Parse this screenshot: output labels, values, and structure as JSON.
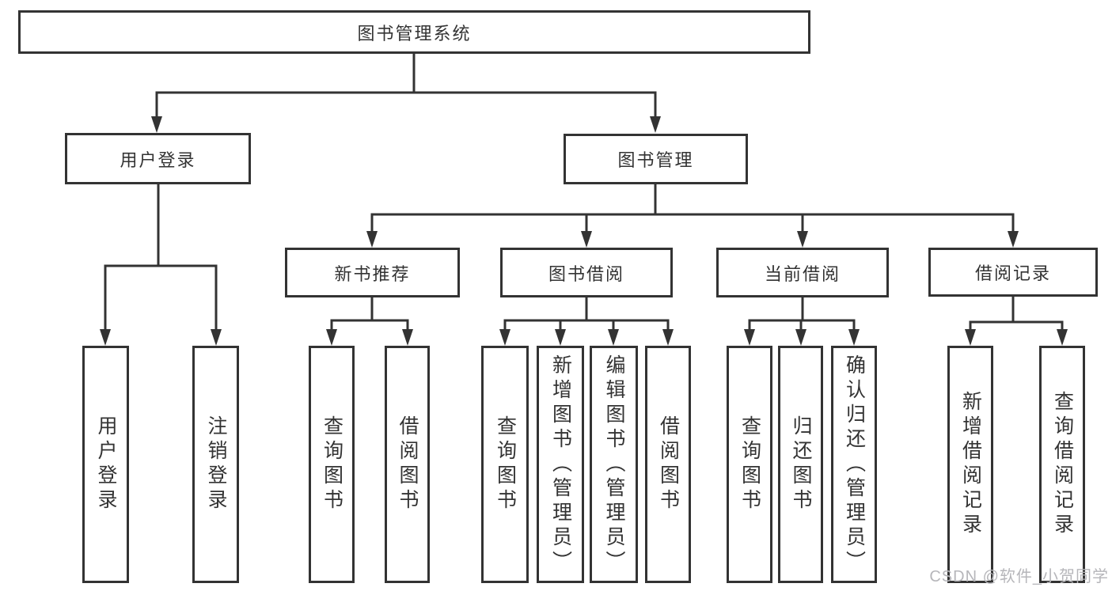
{
  "tree": {
    "root": "图书管理系统",
    "children": [
      {
        "label": "用户登录",
        "children": [
          "用户登录",
          "注销登录"
        ]
      },
      {
        "label": "图书管理",
        "children": [
          {
            "label": "新书推荐",
            "children": [
              "查询图书",
              "借阅图书"
            ]
          },
          {
            "label": "图书借阅",
            "children": [
              "查询图书",
              "新增图书（管理员）",
              "编辑图书（管理员）",
              "借阅图书"
            ]
          },
          {
            "label": "当前借阅",
            "children": [
              "查询图书",
              "归还图书",
              "确认归还（管理员）"
            ]
          },
          {
            "label": "借阅记录",
            "children": [
              "新增借阅记录",
              "查询借阅记录"
            ]
          }
        ]
      }
    ]
  },
  "watermark": "CSDN @软件_小贺同学",
  "colors": {
    "line": "#333333",
    "text": "#333333",
    "node_background": "#ffffff",
    "watermark": "#b6b6ba",
    "background": "#ffffff"
  }
}
